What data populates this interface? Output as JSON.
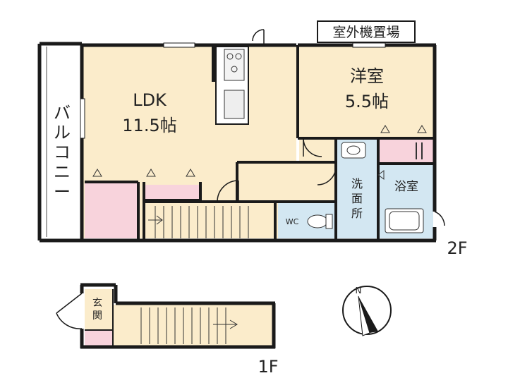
{
  "colors": {
    "floor": "#fbeccb",
    "storage": "#f8d3dc",
    "bath": "#d3e7f2",
    "wall": "#1a1a1a",
    "stair_line": "#333333"
  },
  "labels": {
    "outdoor_unit": "室外機置場",
    "ldk_name": "LDK",
    "ldk_size": "11.5帖",
    "western_name": "洋室",
    "western_size": "5.5帖",
    "balcony_1": "バ",
    "balcony_2": "ル",
    "balcony_3": "コ",
    "balcony_4": "ニ",
    "balcony_5": "ー",
    "washroom_1": "洗",
    "washroom_2": "面",
    "washroom_3": "所",
    "bathroom": "浴室",
    "wc": "WC",
    "floor_2": "2F",
    "entrance_1": "玄",
    "entrance_2": "関",
    "floor_1": "1F",
    "compass_n": "N"
  },
  "icons": {
    "kitchen": "stove-icon",
    "compass": "north-arrow-icon",
    "toilet": "toilet-icon",
    "bathtub": "bathtub-icon"
  }
}
